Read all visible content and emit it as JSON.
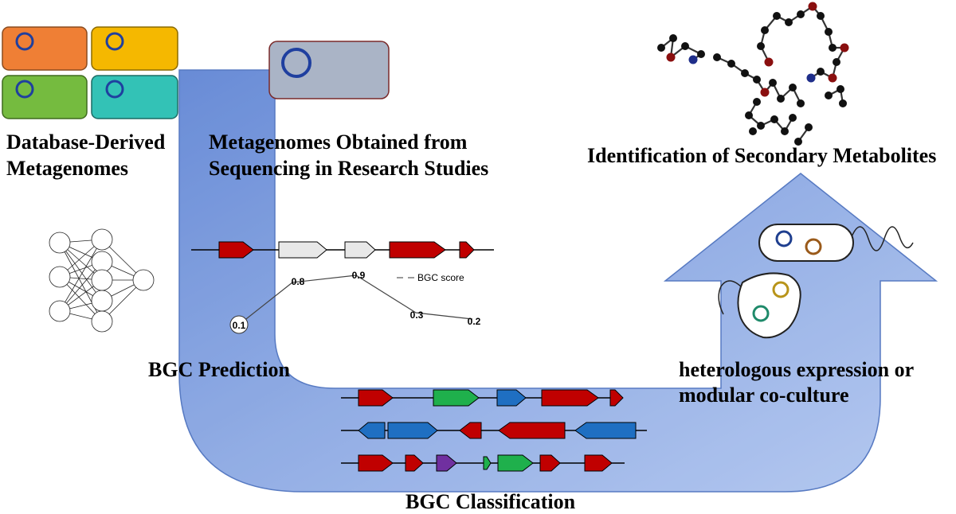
{
  "labels": {
    "database_metagenomes": [
      "Database-Derived",
      "Metagenomes"
    ],
    "research_metagenomes": [
      "Metagenomes Obtained from",
      "Sequencing in Research Studies"
    ],
    "identification": "Identification of Secondary Metabolites",
    "bgc_prediction": "BGC Prediction",
    "expression": [
      "heterologous expression or",
      "modular co-culture"
    ],
    "bgc_classification": "BGC Classification",
    "legend_bgc_score": "BGC score"
  },
  "bgc_scores": [
    "0.1",
    "0.8",
    "0.9",
    "0.3",
    "0.2"
  ],
  "colors": {
    "flow_arrow": "#6b8fd6",
    "gene_red": "#c00000",
    "gene_green": "#1fb04c",
    "gene_blue": "#1f6fc2",
    "gene_purple": "#7030a0",
    "gene_white": "#e8e8e8",
    "sample_orange": "#ef7f35",
    "sample_yellow": "#f5b800",
    "sample_green": "#75bb3f",
    "sample_teal": "#33c2b6",
    "sample_grey": "#aab4c6"
  },
  "icons": [
    "neural-network-icon",
    "molecule-icon",
    "bacterium-icon",
    "sample-tube-icon",
    "gene-arrow-icon"
  ]
}
